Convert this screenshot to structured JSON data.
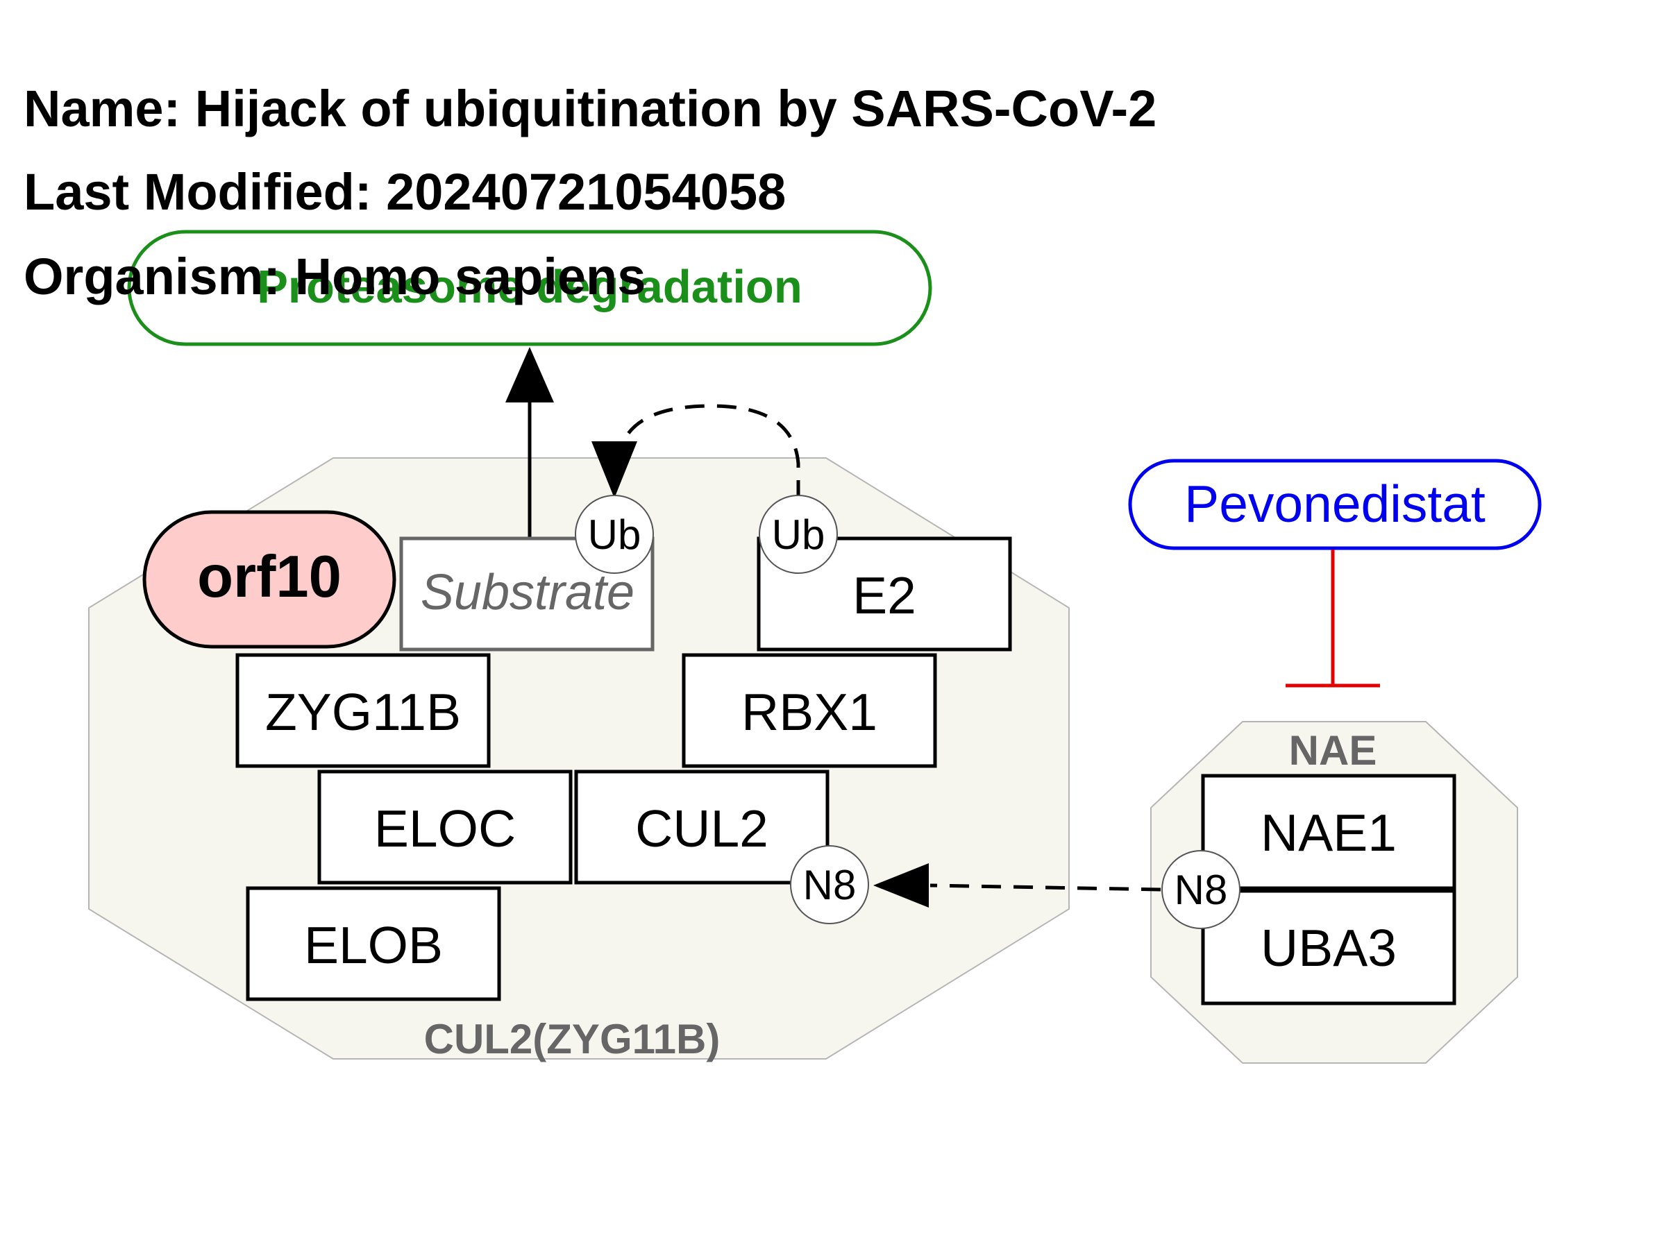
{
  "header": {
    "name": "Name: Hijack of ubiquitination by SARS-CoV-2",
    "last_modified": "Last Modified: 20240721054058",
    "organism": "Organism: Homo sapiens"
  },
  "pathway_node": {
    "label": "Proteasome degradation",
    "color": "#1a8f1a"
  },
  "drug_node": {
    "label": "Pevonedistat",
    "color": "#0000ee"
  },
  "inhibition_color": "#e00000",
  "complexes": {
    "cul2": {
      "label": "CUL2(ZYG11B)",
      "fill": "#f6f5ee"
    },
    "nae": {
      "label": "NAE",
      "fill": "#f6f5ee"
    }
  },
  "viral_protein": {
    "label": "orf10",
    "fill": "#ffcccc"
  },
  "genes": {
    "substrate": "Substrate",
    "e2": "E2",
    "zyg11b": "ZYG11B",
    "rbx1": "RBX1",
    "eloc": "ELOC",
    "cul2": "CUL2",
    "elob": "ELOB",
    "nae1": "NAE1",
    "uba3": "UBA3"
  },
  "modifications": {
    "ub_substrate": "Ub",
    "ub_e2": "Ub",
    "n8_cul2": "N8",
    "n8_nae": "N8"
  }
}
